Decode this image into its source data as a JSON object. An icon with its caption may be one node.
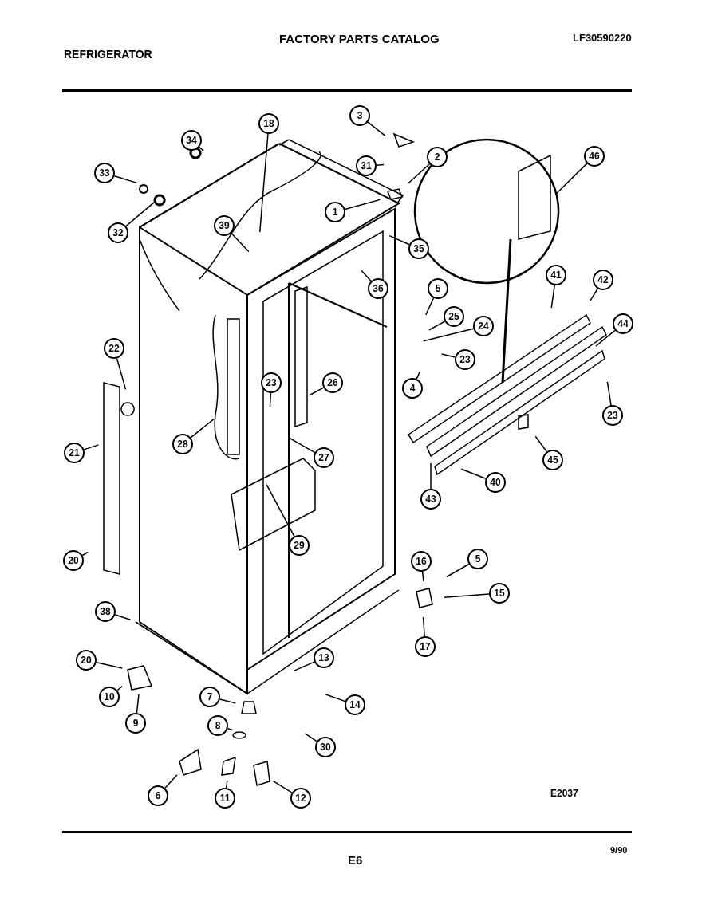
{
  "diagram": {
    "title": "FACTORY PARTS CATALOG",
    "nodes": [
      {
        "text": [
          "1"
        ]
      },
      {
        "text": [
          "2"
        ]
      },
      {
        "text": [
          "3"
        ]
      },
      {
        "text": [
          "31"
        ]
      },
      {
        "text": [
          "18"
        ]
      },
      {
        "text": [
          "34"
        ]
      },
      {
        "text": [
          "33"
        ]
      },
      {
        "text": [
          "32"
        ]
      },
      {
        "text": [
          "39"
        ]
      },
      {
        "text": [
          "35"
        ]
      },
      {
        "text": [
          "36"
        ]
      },
      {
        "text": [
          "46"
        ]
      },
      {
        "text": [
          "41"
        ]
      },
      {
        "text": [
          "42"
        ]
      },
      {
        "text": [
          "5"
        ]
      },
      {
        "text": [
          "25"
        ]
      },
      {
        "text": [
          "24"
        ]
      },
      {
        "text": [
          "23"
        ]
      },
      {
        "text": [
          "4"
        ]
      },
      {
        "text": [
          "44"
        ]
      },
      {
        "text": [
          "23"
        ]
      },
      {
        "text": [
          "26"
        ]
      },
      {
        "text": [
          "23"
        ]
      },
      {
        "text": [
          "27"
        ]
      },
      {
        "text": [
          "28"
        ]
      },
      {
        "text": [
          "29"
        ]
      },
      {
        "text": [
          "22"
        ]
      },
      {
        "text": [
          "21"
        ]
      },
      {
        "text": [
          "20"
        ]
      },
      {
        "text": [
          "45"
        ]
      },
      {
        "text": [
          "40"
        ]
      },
      {
        "text": [
          "43"
        ]
      },
      {
        "text": [
          "16"
        ]
      },
      {
        "text": [
          "5"
        ]
      },
      {
        "text": [
          "15"
        ]
      },
      {
        "text": [
          "17"
        ]
      },
      {
        "text": [
          "38"
        ]
      },
      {
        "text": [
          "20"
        ]
      },
      {
        "text": [
          "10"
        ]
      },
      {
        "text": [
          "9"
        ]
      },
      {
        "text": [
          "13"
        ]
      },
      {
        "text": [
          "7"
        ]
      },
      {
        "text": [
          "8"
        ]
      },
      {
        "text": [
          "14"
        ]
      },
      {
        "text": [
          "30"
        ]
      },
      {
        "text": [
          "6"
        ]
      },
      {
        "text": [
          "11"
        ]
      },
      {
        "text": [
          "12"
        ]
      }
    ],
    "edges": [
      {
        "from": 0,
        "to": null,
        "arrow": "none"
      },
      {
        "from": 1,
        "to": null,
        "arrow": "none"
      },
      {
        "from": 2,
        "to": null,
        "arrow": "none"
      },
      {
        "from": 3,
        "to": null,
        "arrow": "none"
      },
      {
        "from": 4,
        "to": null,
        "arrow": "none"
      },
      {
        "from": 5,
        "to": null,
        "arrow": "none"
      },
      {
        "from": 6,
        "to": null,
        "arrow": "none"
      },
      {
        "from": 7,
        "to": null,
        "arrow": "none"
      },
      {
        "from": 8,
        "to": null,
        "arrow": "none"
      },
      {
        "from": 9,
        "to": null,
        "arrow": "none"
      },
      {
        "from": 10,
        "to": null,
        "arrow": "none"
      },
      {
        "from": 11,
        "to": null,
        "arrow": "none"
      },
      {
        "from": 12,
        "to": null,
        "arrow": "none"
      },
      {
        "from": 13,
        "to": null,
        "arrow": "none"
      },
      {
        "from": 14,
        "to": null,
        "arrow": "none"
      },
      {
        "from": 15,
        "to": null,
        "arrow": "none"
      },
      {
        "from": 16,
        "to": null,
        "arrow": "none"
      },
      {
        "from": 17,
        "to": null,
        "arrow": "none"
      },
      {
        "from": 18,
        "to": null,
        "arrow": "none"
      },
      {
        "from": 19,
        "to": null,
        "arrow": "none"
      },
      {
        "from": 20,
        "to": null,
        "arrow": "none"
      },
      {
        "from": 21,
        "to": null,
        "arrow": "none"
      },
      {
        "from": 22,
        "to": null,
        "arrow": "none"
      },
      {
        "from": 23,
        "to": null,
        "arrow": "none"
      },
      {
        "from": 24,
        "to": null,
        "arrow": "none"
      },
      {
        "from": 25,
        "to": null,
        "arrow": "none"
      },
      {
        "from": 26,
        "to": null,
        "arrow": "none"
      },
      {
        "from": 27,
        "to": null,
        "arrow": "none"
      },
      {
        "from": 28,
        "to": null,
        "arrow": "none"
      },
      {
        "from": 29,
        "to": null,
        "arrow": "none"
      },
      {
        "from": 30,
        "to": null,
        "arrow": "none"
      },
      {
        "from": 31,
        "to": null,
        "arrow": "none"
      },
      {
        "from": 32,
        "to": null,
        "arrow": "none"
      },
      {
        "from": 33,
        "to": null,
        "arrow": "none"
      },
      {
        "from": 34,
        "to": null,
        "arrow": "none"
      },
      {
        "from": 35,
        "to": null,
        "arrow": "none"
      },
      {
        "from": 36,
        "to": null,
        "arrow": "none"
      },
      {
        "from": 37,
        "to": null,
        "arrow": "none"
      },
      {
        "from": 38,
        "to": null,
        "arrow": "none"
      },
      {
        "from": 39,
        "to": null,
        "arrow": "none"
      },
      {
        "from": 40,
        "to": null,
        "arrow": "none"
      },
      {
        "from": 41,
        "to": null,
        "arrow": "none"
      },
      {
        "from": 42,
        "to": null,
        "arrow": "none"
      },
      {
        "from": 43,
        "to": null,
        "arrow": "none"
      },
      {
        "from": 44,
        "to": null,
        "arrow": "none"
      },
      {
        "from": 45,
        "to": null,
        "arrow": "none"
      },
      {
        "from": 46,
        "to": null,
        "arrow": "none"
      },
      {
        "from": 47,
        "to": null,
        "arrow": "none"
      }
    ],
    "labels": [
      "REFRIGERATOR",
      "LF30590220",
      "E2037",
      "E6",
      "9/90"
    ]
  }
}
